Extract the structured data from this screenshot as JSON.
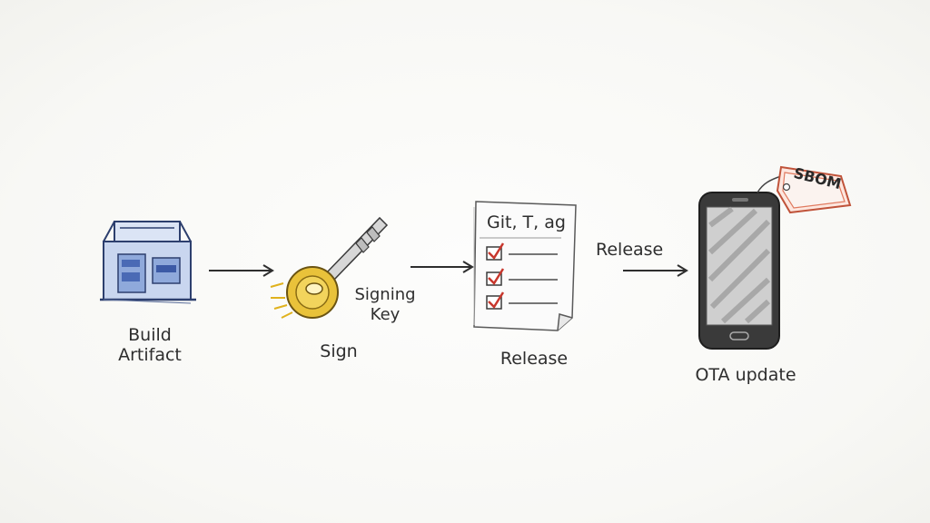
{
  "colors": {
    "artifact_blue": "#6f8fc9",
    "key_gold": "#e0b21d",
    "check_red": "#c8372d",
    "tag_orange": "#e07a5f",
    "ink": "#2e2e2e"
  },
  "nodes": {
    "build": {
      "line1": "Build",
      "line2": "Artifact",
      "icon": "building-icon"
    },
    "sign": {
      "label": "Sign",
      "icon": "key-icon",
      "key_line1": "Signing",
      "key_line2": "Key"
    },
    "release": {
      "label": "Release",
      "icon": "checklist-document-icon",
      "doc_title": "Git, T, ag"
    },
    "ota": {
      "label": "OTA update",
      "icon": "smartphone-icon",
      "tag": "SBOM"
    }
  },
  "edges": [
    {
      "from": "build",
      "to": "sign",
      "label": ""
    },
    {
      "from": "sign",
      "to": "release",
      "label": ""
    },
    {
      "from": "release",
      "to": "ota",
      "label": "Release"
    }
  ]
}
